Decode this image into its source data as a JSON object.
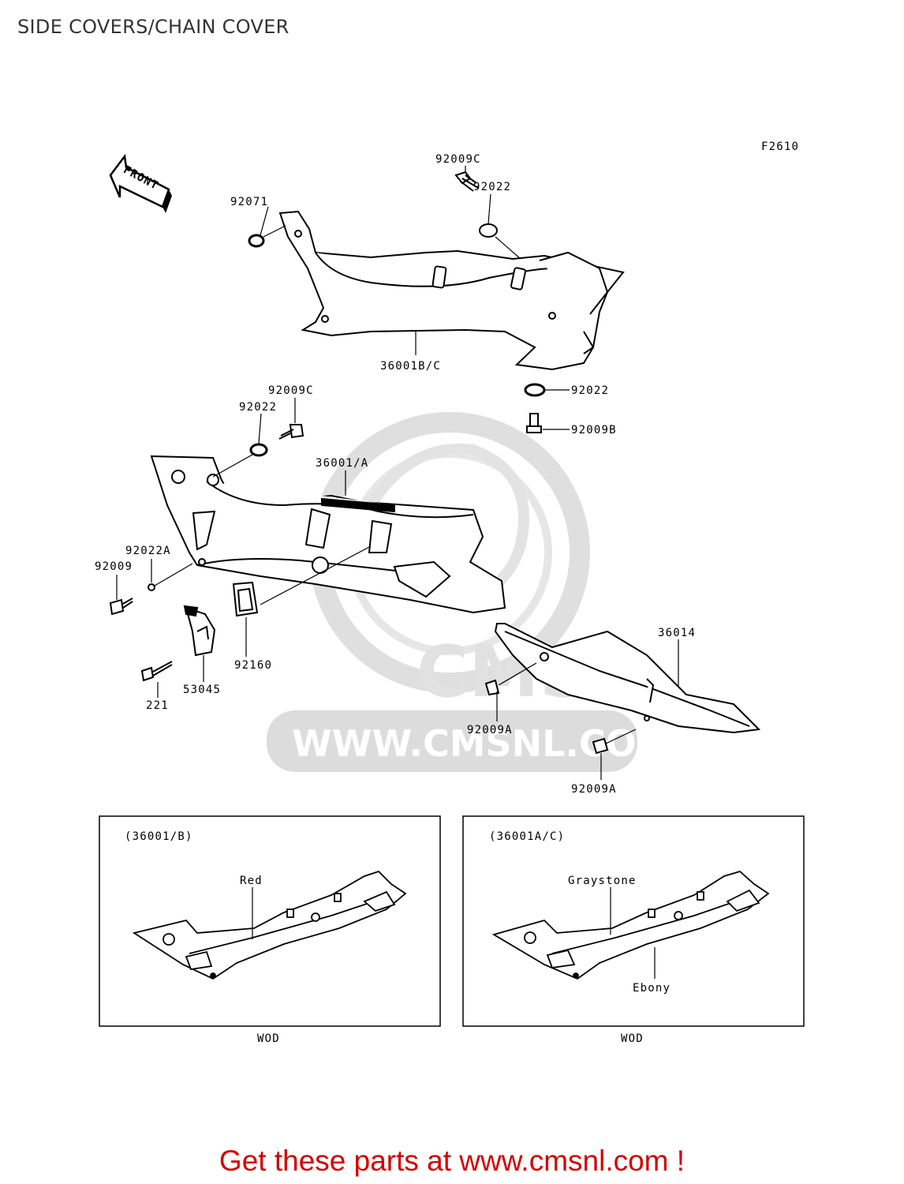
{
  "page": {
    "title": "SIDE COVERS/CHAIN COVER",
    "figure_code": "F2610",
    "front_arrow": "FRONT",
    "footer_cta": "Get these parts at www.cmsnl.com !"
  },
  "watermark": {
    "brand": "CMS",
    "url": "WWW.CMSNL.COM"
  },
  "callouts": {
    "c92009C_top": "92009C",
    "c92022_top": "92022",
    "c92071": "92071",
    "c36001BC": "36001B/C",
    "c92022_right": "92022",
    "c92009B": "92009B",
    "c92009C_mid": "92009C",
    "c92022_mid": "92022",
    "c36001A": "36001/A",
    "c92022A": "92022A",
    "c92009": "92009",
    "c36014": "36014",
    "c92160": "92160",
    "c53045": "53045",
    "c221": "221",
    "c92009A_1": "92009A",
    "c92009A_2": "92009A"
  },
  "insets": [
    {
      "id": "inset-b",
      "title": "(36001/B)",
      "colors": [
        "Red"
      ],
      "footer": "WOD"
    },
    {
      "id": "inset-ac",
      "title": "(36001A/C)",
      "colors": [
        "Graystone",
        "Ebony"
      ],
      "footer": "WOD"
    }
  ],
  "colors": {
    "line": "#000000",
    "watermark": "#d8d8d8",
    "cta": "#d40000"
  }
}
